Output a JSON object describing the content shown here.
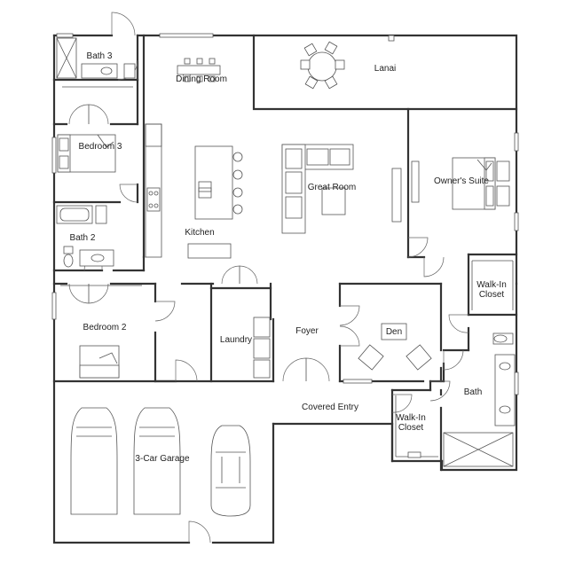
{
  "rooms": {
    "bath3": "Bath 3",
    "dining": "Dining Room",
    "lanai": "Lanai",
    "bedroom3": "Bedroom 3",
    "great_room": "Great Room",
    "owners_suite": "Owner's Suite",
    "bath2": "Bath 2",
    "kitchen": "Kitchen",
    "walkin_closet_1_line1": "Walk-In",
    "walkin_closet_1_line2": "Closet",
    "bedroom2": "Bedroom 2",
    "laundry": "Laundry",
    "foyer": "Foyer",
    "den": "Den",
    "bath": "Bath",
    "covered_entry": "Covered Entry",
    "walkin_closet_2_line1": "Walk-In",
    "walkin_closet_2_line2": "Closet",
    "garage": "3-Car Garage"
  }
}
